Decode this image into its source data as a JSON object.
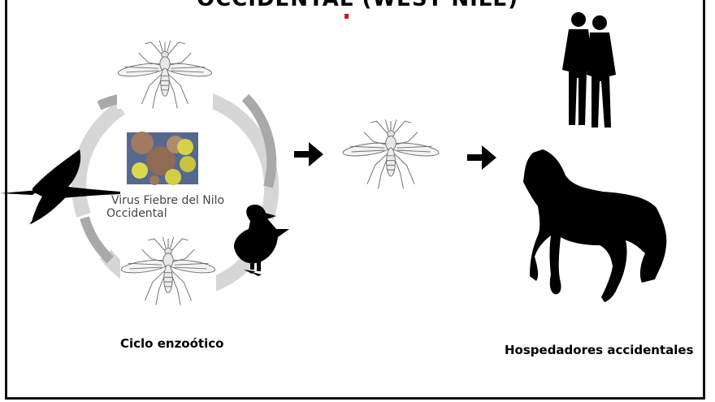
{
  "header": {
    "title": "OCCIDENTAL (WEST NILE)"
  },
  "virus": {
    "label_line1": "Virus Fiebre del Nilo",
    "label_line2": "Occidental"
  },
  "labels": {
    "enzootic": "Ciclo enzoótico",
    "accidental_hosts": "Hospedadores accidentales"
  },
  "icons": [
    "mosquito-icon",
    "virus-micrograph",
    "heron-icon",
    "duck-icon",
    "arrow-right-icon",
    "people-icon",
    "horse-icon"
  ],
  "colors": {
    "accent_red": "#d4161b",
    "cycle_light": "#d6d6d6",
    "cycle_dark": "#a9a9a9",
    "silhouette": "#000000"
  }
}
